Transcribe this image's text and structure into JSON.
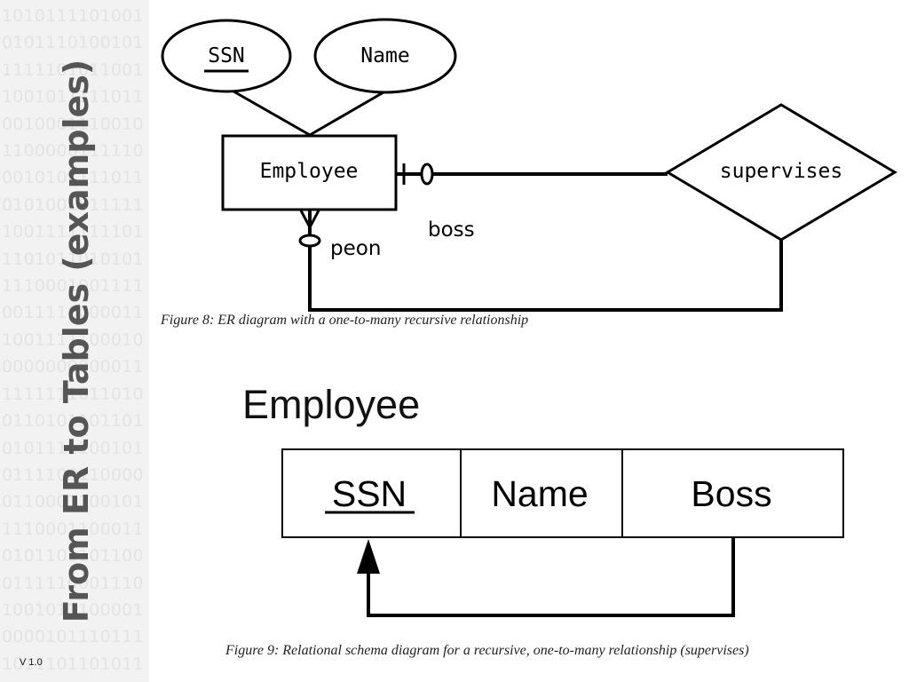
{
  "slide": {
    "title": "From ER to Tables (examples)",
    "version": "V 1.0",
    "background_bits": [
      "1010111101001",
      "0101110100101",
      "1111101011001",
      "1001011111011",
      "0010001110010",
      "1100000111110",
      "0010101111011",
      "0101001011111",
      "1001111111101",
      "1101011010101",
      "1110001001111",
      "0011110000011",
      "1001111100010",
      "0000000000011",
      "1111111011010",
      "0110101101101",
      "0101111100101",
      "0111100110000",
      "0110001100101",
      "1110001100011",
      "0101101101100",
      "0111110001110",
      "1001011100001",
      "0000101110111",
      "1011101101011"
    ]
  },
  "er_diagram": {
    "attributes": [
      {
        "label": "SSN",
        "key": true
      },
      {
        "label": "Name",
        "key": false
      }
    ],
    "entity": "Employee",
    "relationship": "supervises",
    "roles": {
      "one_side": "boss",
      "many_side": "peon"
    },
    "caption": "Figure 8: ER diagram with a one-to-many recursive relationship"
  },
  "schema_diagram": {
    "table_name": "Employee",
    "columns": [
      {
        "label": "SSN",
        "primary_key": true
      },
      {
        "label": "Name",
        "primary_key": false
      },
      {
        "label": "Boss",
        "primary_key": false
      }
    ],
    "caption": "Figure 9: Relational schema diagram for a recursive, one-to-many relationship (supervises)"
  }
}
